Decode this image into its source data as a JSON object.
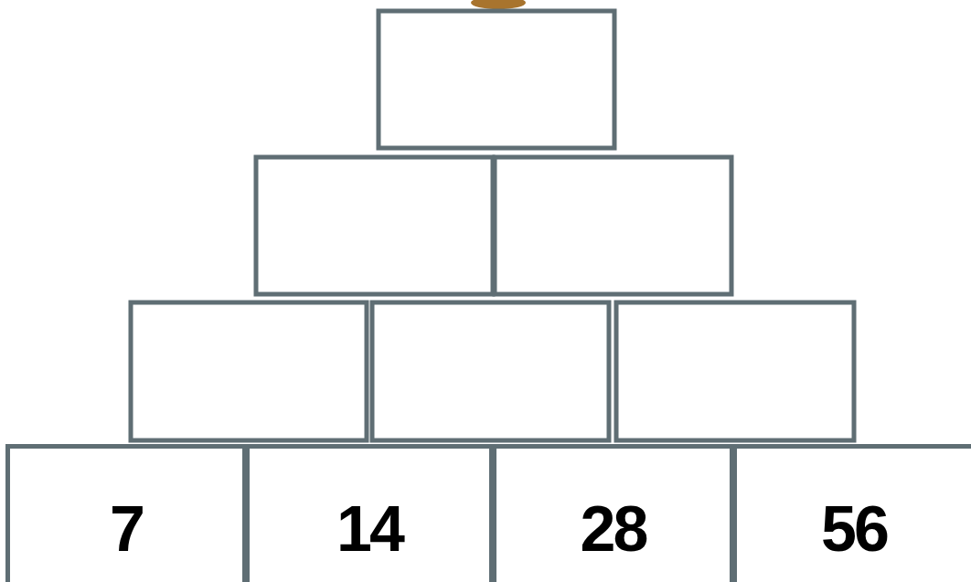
{
  "diagram": {
    "nodes": [
      {
        "text": [
          "7"
        ]
      },
      {
        "text": [
          "14"
        ]
      },
      {
        "text": [
          "28"
        ]
      },
      {
        "text": [
          "56"
        ]
      }
    ]
  }
}
